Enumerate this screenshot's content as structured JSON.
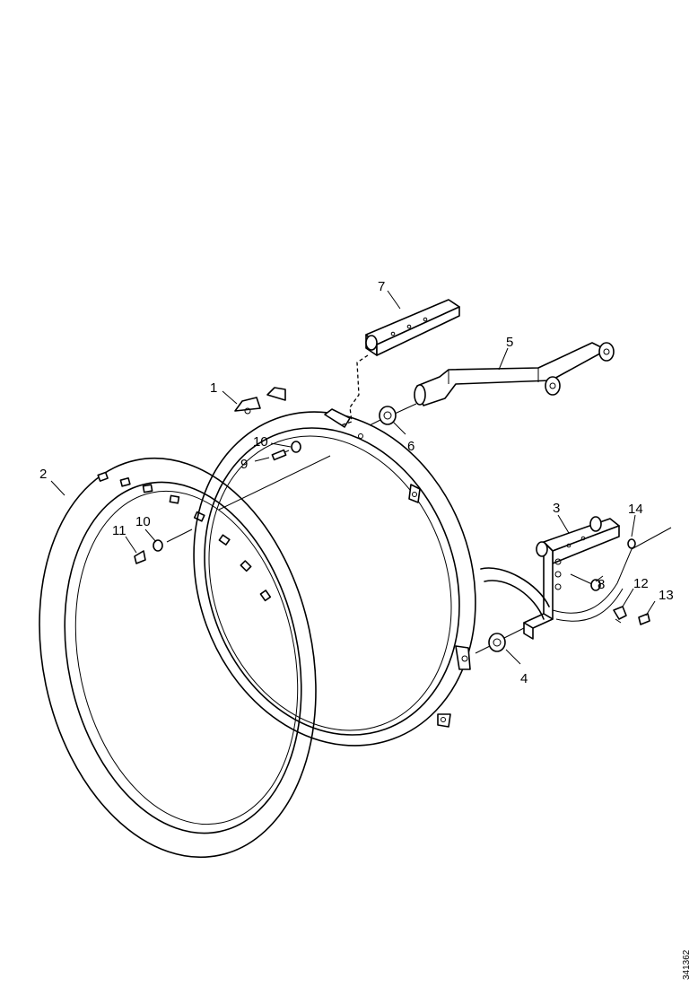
{
  "diagram": {
    "callouts": [
      "1",
      "2",
      "3",
      "4",
      "5",
      "6",
      "7",
      "8",
      "9",
      "10",
      "10",
      "11",
      "12",
      "13",
      "14"
    ],
    "reference_code": "341362"
  }
}
